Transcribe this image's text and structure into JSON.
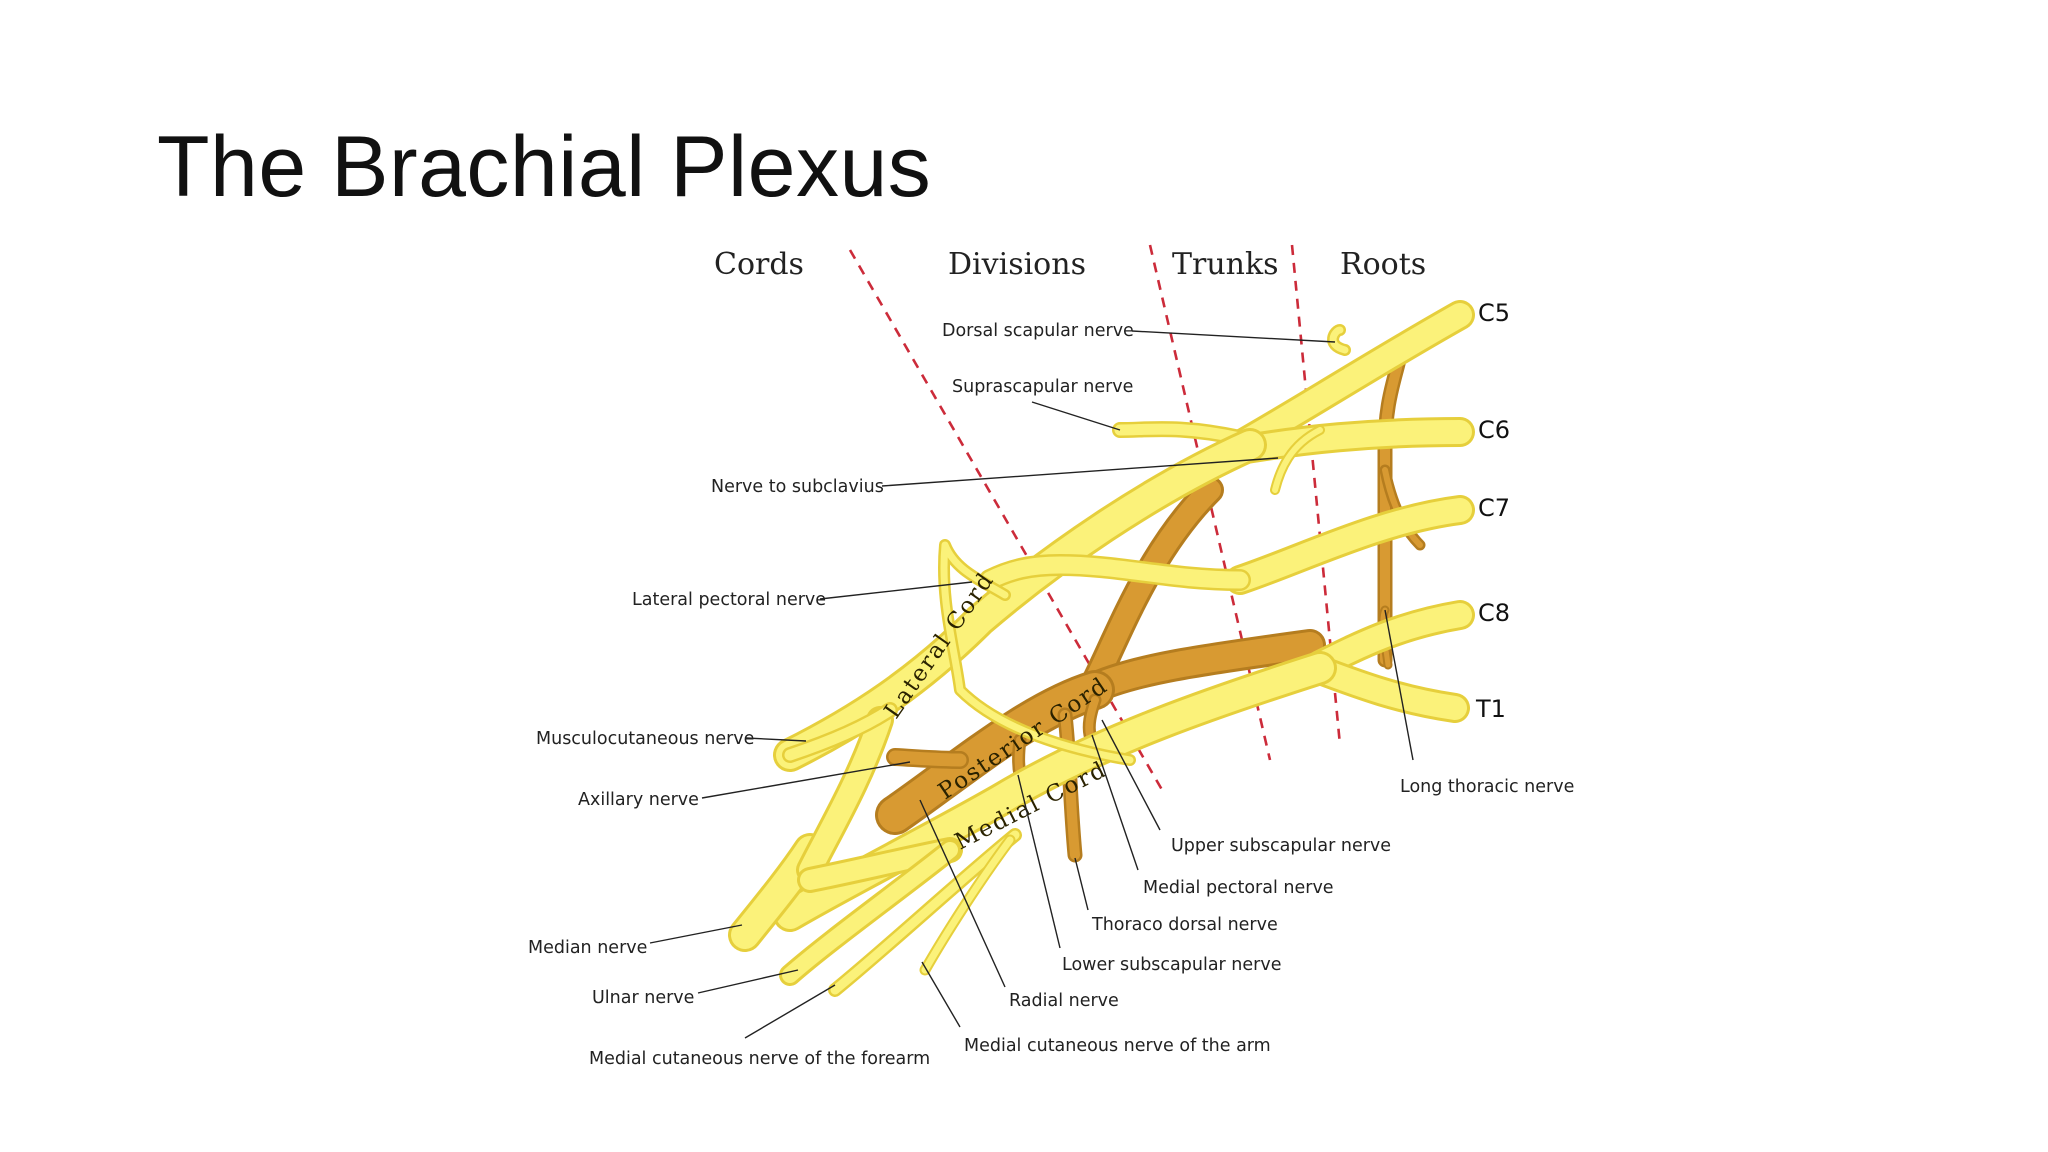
{
  "title": "The Brachial Plexus",
  "sections": [
    "Cords",
    "Divisions",
    "Trunks",
    "Roots"
  ],
  "roots": [
    "C5",
    "C6",
    "C7",
    "C8",
    "T1"
  ],
  "cords": {
    "lateral": "Lateral Cord",
    "posterior": "Posterior Cord",
    "medial": "Medial Cord"
  },
  "nerves": {
    "dorsal_scapular": "Dorsal scapular nerve",
    "suprascapular": "Suprascapular nerve",
    "subclavius": "Nerve to subclavius",
    "lateral_pectoral": "Lateral pectoral nerve",
    "musculocutaneous": "Musculocutaneous nerve",
    "axillary": "Axillary nerve",
    "median": "Median nerve",
    "ulnar": "Ulnar nerve",
    "med_cut_forearm": "Medial cutaneous nerve of the forearm",
    "med_cut_arm": "Medial cutaneous nerve of the arm",
    "radial": "Radial nerve",
    "lower_subscapular": "Lower subscapular nerve",
    "thoracodorsal": "Thoraco dorsal nerve",
    "medial_pectoral": "Medial pectoral nerve",
    "upper_subscapular": "Upper subscapular nerve",
    "long_thoracic": "Long thoracic nerve"
  },
  "colors": {
    "nerve_yellow": "#fbf27a",
    "posterior_brown": "#d89a32",
    "divider_red": "#cc2b3a"
  }
}
